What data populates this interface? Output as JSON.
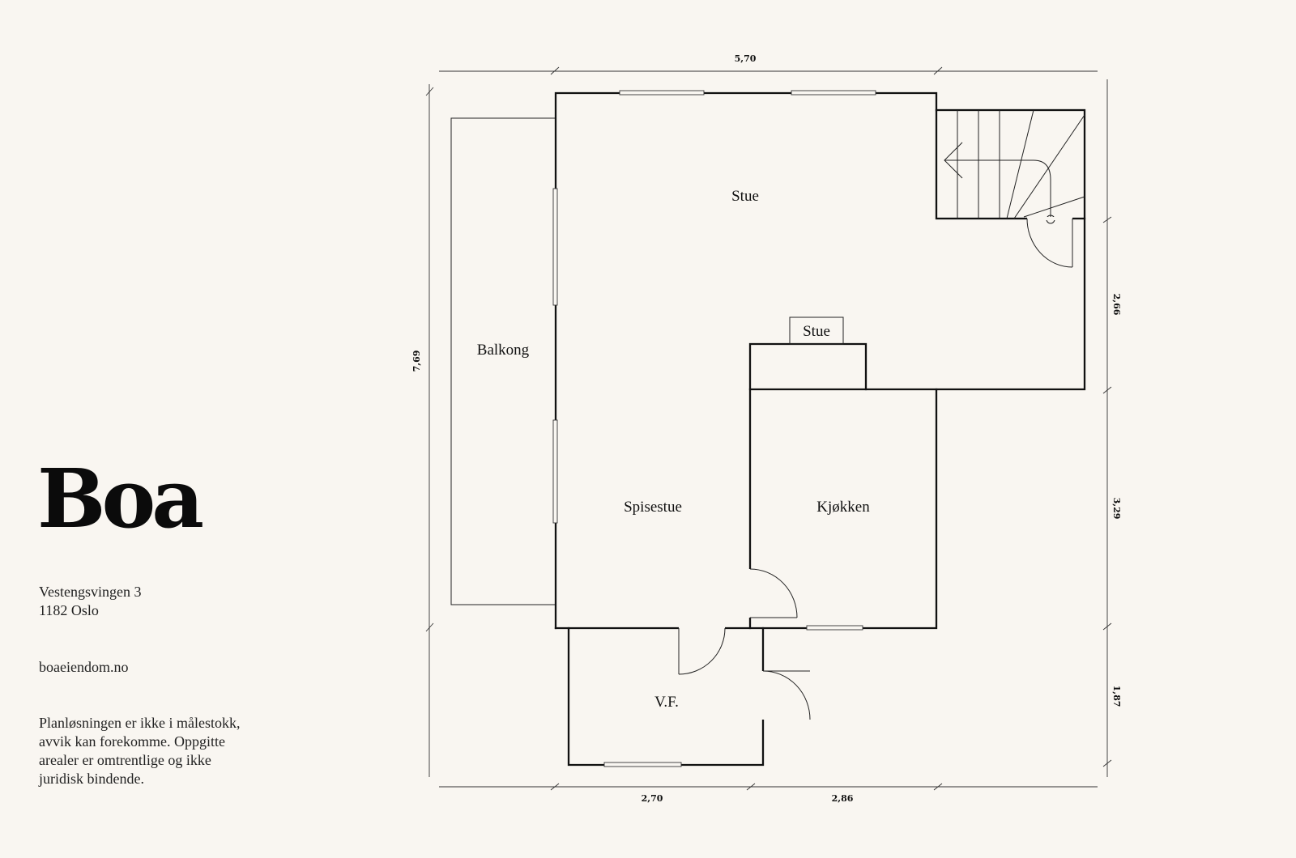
{
  "brand": "Boa",
  "address": {
    "street": "Vestengsvingen 3",
    "city": "1182 Oslo"
  },
  "website": "boaeiendom.no",
  "disclaimer": [
    "Planløsningen er ikke i målestokk,",
    "avvik kan forekomme. Oppgitte",
    "arealer er omtrentlige og ikke",
    "juridisk bindende."
  ],
  "rooms": {
    "stue": "Stue",
    "stue_small": "Stue",
    "balkong": "Balkong",
    "spisestue": "Spisestue",
    "kjokken": "Kjøkken",
    "vf": "V.F."
  },
  "dimensions": {
    "top": "5,70",
    "left": "7,69",
    "right_upper": "2,66",
    "right_middle": "3,29",
    "right_lower": "1,87",
    "bottom_left": "2,70",
    "bottom_right": "2,86"
  }
}
